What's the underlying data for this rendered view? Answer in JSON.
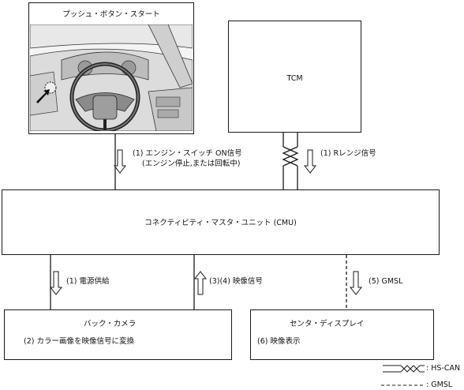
{
  "push_button": {
    "title": "プッシュ・ボタン・スタート"
  },
  "tcm": {
    "title": "TCM"
  },
  "cmu": {
    "title": "コネクティビティ・マスタ・ユニット (CMU)"
  },
  "camera": {
    "title": "バック・カメラ",
    "desc": "(2) カラー画像を映像信号に変換"
  },
  "display": {
    "title": "センタ・ディスプレイ",
    "desc": "(6) 映像表示"
  },
  "signals": {
    "engine_switch_line1": "(1) エンジン・スイッチ ON信号",
    "engine_switch_line2": "(エンジン停止,または回転中)",
    "r_range": "(1) Rレンジ信号",
    "power_supply": "(1) 電源供給",
    "video_signal": "(3)(4) 映像信号",
    "gmsl": "(5) GMSL"
  },
  "legend": {
    "hs_can": ": HS-CAN",
    "gmsl": ": GMSL"
  }
}
